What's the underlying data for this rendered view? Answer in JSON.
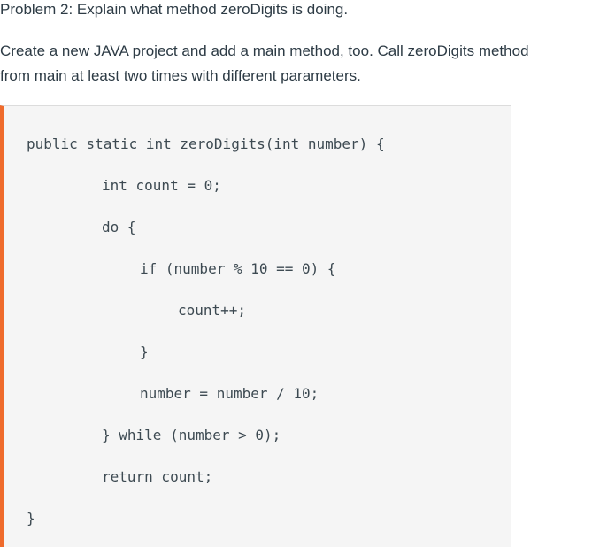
{
  "problem": {
    "title": "Problem 2: Explain what method zeroDigits is doing."
  },
  "instructions": {
    "line1": "Create a new JAVA project and add a main method, too. Call zeroDigits method",
    "line2": "from main at least two times with different parameters."
  },
  "code": {
    "lines": [
      "public static int zeroDigits(int number) {",
      "int count = 0;",
      "do {",
      "if (number % 10 == 0) {",
      "count++;",
      "}",
      "number = number / 10;",
      "} while (number > 0);",
      "return count;",
      "}"
    ]
  },
  "colors": {
    "accent_border": "#ef6b2c",
    "code_background": "#f5f5f5",
    "text": "#2d3b45"
  }
}
